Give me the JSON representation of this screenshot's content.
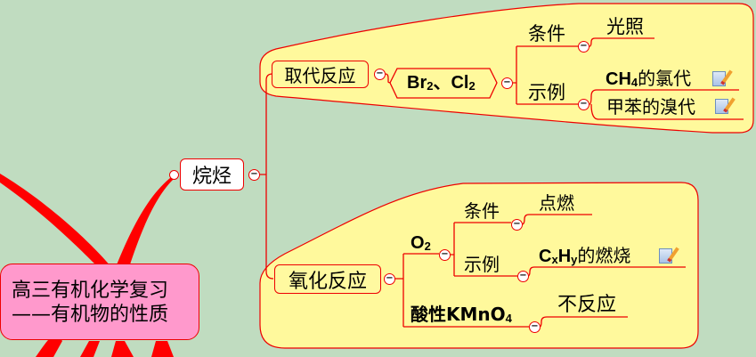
{
  "central": {
    "line1": "高三有机化学复习",
    "line2": "——有机物的性质"
  },
  "topic": {
    "label": "烷烃"
  },
  "substitution": {
    "label": "取代反应",
    "reagent": {
      "part1": "Br",
      "sub1": "2",
      "sep": "、",
      "part2": "Cl",
      "sub2": "2"
    },
    "condition_label": "条件",
    "condition_value": "光照",
    "example_label": "示例",
    "example1": {
      "pre": "CH",
      "sub": "4",
      "post": "的氯代"
    },
    "example2": "甲苯的溴代"
  },
  "oxidation": {
    "label": "氧化反应",
    "o2": {
      "pre": "O",
      "sub": "2"
    },
    "condition_label": "条件",
    "condition_value": "点燃",
    "example_label": "示例",
    "example": {
      "c": "C",
      "x": "x",
      "h": "H",
      "y": "y",
      "post": "的燃烧"
    },
    "kmno4": {
      "pre": "酸性KMnO",
      "sub": "4"
    },
    "kmno4_result": "不反应"
  },
  "collapse_symbol": "−",
  "colors": {
    "background": "#c0dcc0",
    "line": "#ee0000",
    "callout": "#fff9a0",
    "central": "#ff99cc"
  }
}
